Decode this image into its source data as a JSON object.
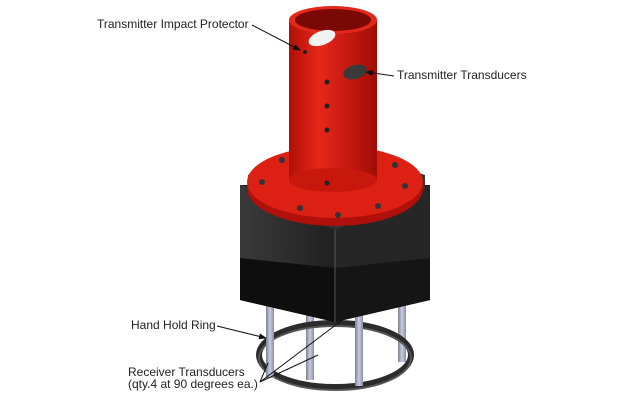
{
  "labels": {
    "impact_protector": "Transmitter Impact Protector",
    "transmitter_transducers": "Transmitter Transducers",
    "hand_hold_ring": "Hand Hold Ring",
    "receiver_transducers_line1": "Receiver Transducers",
    "receiver_transducers_line2": "(qty.4 at 90 degrees ea.)"
  },
  "colors": {
    "body_red": "#d41a10",
    "housing_black": "#2a2a2a",
    "rod_gray": "#a9adc4"
  }
}
